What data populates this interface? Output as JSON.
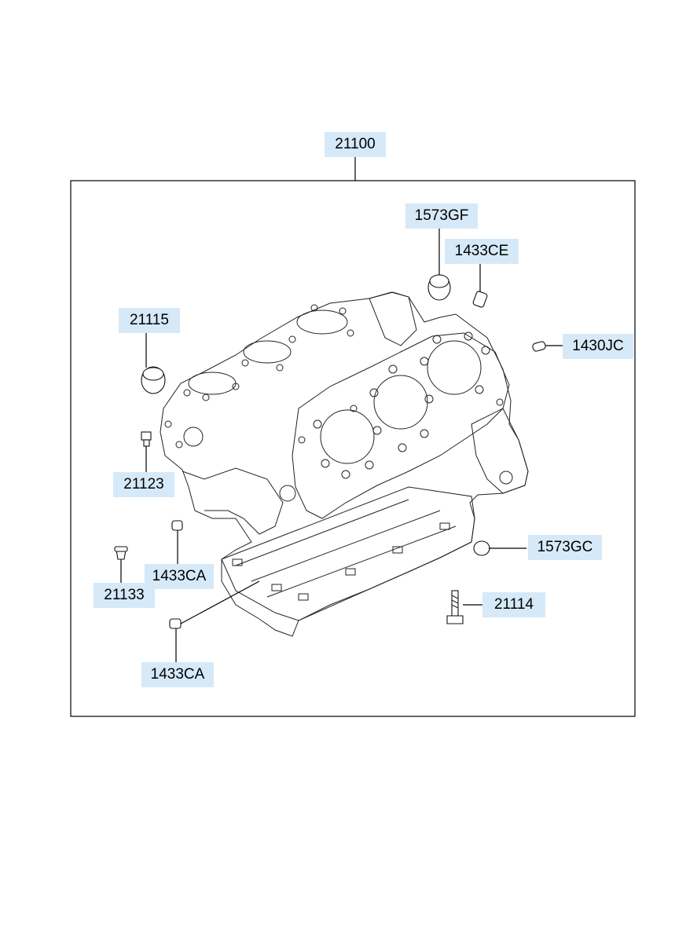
{
  "diagram": {
    "assembly_label": "21100",
    "parts": [
      {
        "id": "p-1573gf",
        "label": "1573GF"
      },
      {
        "id": "p-1433ce",
        "label": "1433CE"
      },
      {
        "id": "p-21115",
        "label": "21115"
      },
      {
        "id": "p-1430jc",
        "label": "1430JC"
      },
      {
        "id": "p-21123",
        "label": "21123"
      },
      {
        "id": "p-1573gc",
        "label": "1573GC"
      },
      {
        "id": "p-1433ca-a",
        "label": "1433CA"
      },
      {
        "id": "p-21133",
        "label": "21133"
      },
      {
        "id": "p-21114",
        "label": "21114"
      },
      {
        "id": "p-1433ca-b",
        "label": "1433CA"
      }
    ]
  }
}
